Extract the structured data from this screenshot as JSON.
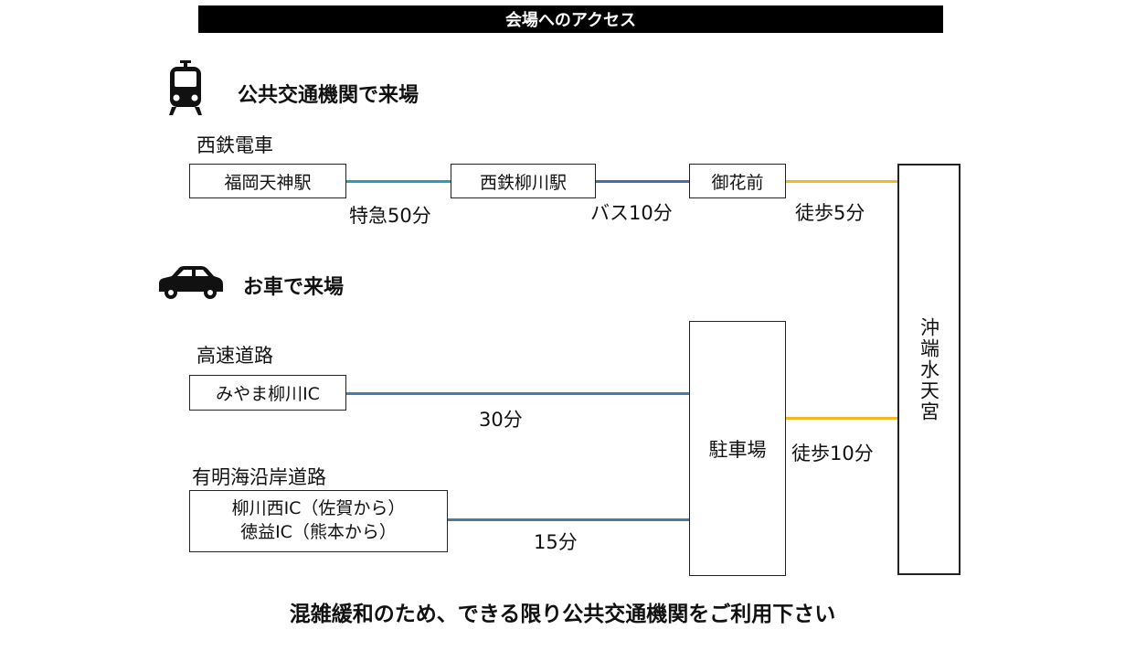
{
  "title": "会場へのアクセス",
  "public_transport": {
    "heading": "公共交通機関で来場",
    "line_label": "西鉄電車",
    "stops": [
      "福岡天神駅",
      "西鉄柳川駅",
      "御花前"
    ],
    "segments": [
      "特急50分",
      "バス10分",
      "徒歩5分"
    ]
  },
  "car": {
    "heading": "お車で来場",
    "highway_label": "高速道路",
    "highway_ic": "みやま柳川IC",
    "highway_time": "30分",
    "coastal_label": "有明海沿岸道路",
    "coastal_ic_1": "柳川西IC（佐賀から）",
    "coastal_ic_2": "徳益IC（熊本から）",
    "coastal_time": "15分",
    "parking": "駐車場",
    "parking_walk": "徒歩10分"
  },
  "destination": "沖端水天宮",
  "footer": "混雑緩和のため、できる限り公共交通機関をご利用下さい",
  "colors": {
    "train_line": "#2a9db0",
    "bus_line": "#4a6aa8",
    "walk_line": "#f2b824",
    "road_line": "#4a7aa8"
  },
  "icons": [
    "train-icon",
    "car-icon"
  ]
}
